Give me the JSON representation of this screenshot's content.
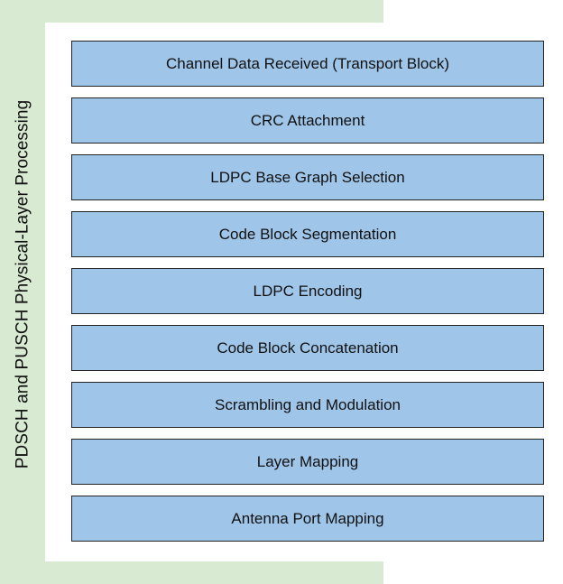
{
  "colors": {
    "frame_green": "#d9ead3",
    "box_blue": "#9fc5e8",
    "border": "#222222"
  },
  "side_label": "PDSCH and PUSCH Physical-Layer Processing",
  "steps": [
    "Channel Data Received (Transport Block)",
    "CRC Attachment",
    "LDPC Base Graph Selection",
    "Code Block Segmentation",
    "LDPC Encoding",
    "Code Block Concatenation",
    "Scrambling and Modulation",
    "Layer Mapping",
    "Antenna Port Mapping"
  ]
}
